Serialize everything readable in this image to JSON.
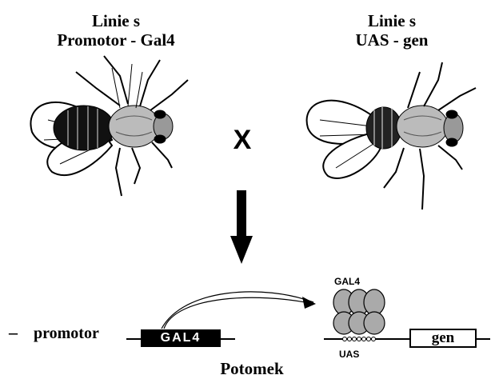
{
  "left_parent": {
    "line1": "Linie s",
    "line2": "Promotor - Gal4"
  },
  "right_parent": {
    "line1": "Linie s",
    "line2": "UAS - gen"
  },
  "cross_symbol": "X",
  "construct": {
    "dash": "–",
    "promotor_label": "promotor",
    "gal4_box_label": "GAL4",
    "protein_label": "GAL4",
    "uas_label": "UAS",
    "gene_label": "gen"
  },
  "offspring_label": "Potomek",
  "icons": [
    "fly-icon",
    "fly-icon",
    "down-arrow-icon",
    "curved-arrow-icon",
    "gal4-protein-icon"
  ]
}
